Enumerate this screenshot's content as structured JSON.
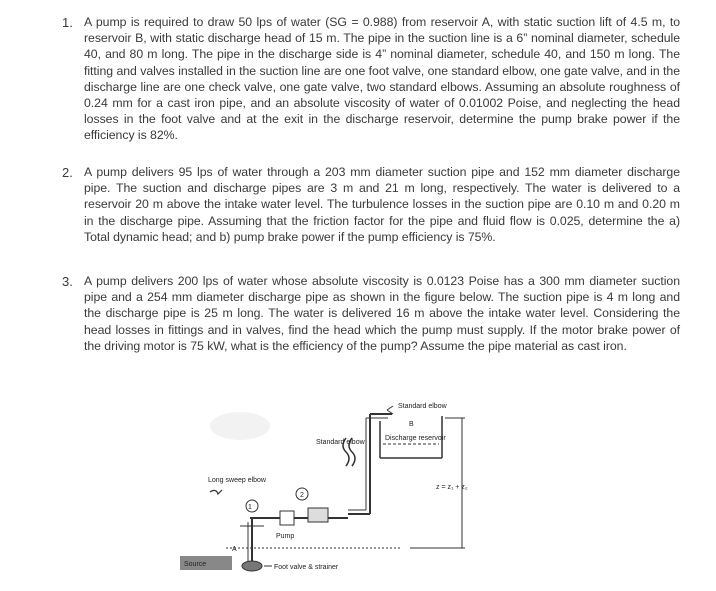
{
  "problems": [
    {
      "number": "1.",
      "text": "A pump is required to draw 50 lps of water (SG = 0.988) from reservoir A, with static suction lift of 4.5 m, to reservoir B, with static discharge head of 15 m. The pipe in the suction line is a 6” nominal diameter, schedule 40, and 80 m long. The pipe in the discharge side is 4” nominal diameter, schedule 40, and 150 m long. The fitting and valves installed in the suction line are one foot valve, one standard elbow, one gate valve, and in the discharge line are one check valve, one gate valve, two standard elbows. Assuming an absolute roughness of 0.24 mm for a cast iron pipe, and an absolute viscosity of water of 0.01002 Poise, and neglecting the head losses in the foot valve and at the exit in the discharge reservoir, determine the pump brake power if the efficiency is 82%."
    },
    {
      "number": "2.",
      "text": "A pump delivers 95 lps of water through a 203 mm diameter suction pipe and 152 mm diameter discharge pipe. The suction and discharge pipes are 3 m and 21 m long, respectively. The water is delivered to a reservoir 20 m above the intake water level. The turbulence losses in the suction pipe are 0.10 m and 0.20 m in the discharge pipe. Assuming that the friction factor for the pipe and fluid flow is 0.025, determine the a) Total dynamic head; and b) pump brake power if the pump efficiency is 75%."
    },
    {
      "number": "3.",
      "text": "A pump delivers 200 lps of water whose absolute viscosity is 0.0123 Poise has a 300 mm diameter suction pipe and a 254 mm diameter discharge pipe as shown in the figure below. The suction pipe is 4 m long and the discharge pipe is 25 m long. The water is delivered 16 m above the intake water level. Considering the head losses in fittings and in valves, find the head which the pump must supply. If the motor brake power of the driving motor is 75 kW, what is the efficiency of the pump? Assume the pipe material as cast iron."
    }
  ],
  "figure": {
    "labels": {
      "standard_elbow_top": "Standard elbow",
      "point_b": "B",
      "discharge_reservoir": "Discharge reservoir",
      "standard_elbow_mid": "Standard elbow",
      "long_sweep_elbow": "Long sweep elbow",
      "elevation": "z = z₁ + z₂",
      "point_1": "1",
      "point_2": "2",
      "pump": "Pump",
      "point_a": "A",
      "source": "Source",
      "foot_valve": "Foot valve & strainer"
    }
  }
}
